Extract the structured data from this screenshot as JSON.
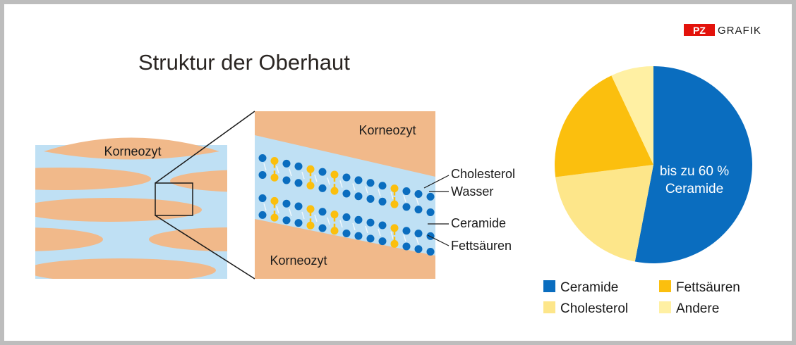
{
  "brand": {
    "badge": "PZ",
    "label": "GRAFIK",
    "badge_color": "#e3120b"
  },
  "title": "Struktur der Oberhaut",
  "left_label": "Korneozyt",
  "zoom": {
    "top_label": "Korneozyt",
    "bottom_label": "Korneozyt",
    "callouts": [
      "Cholesterol",
      "Wasser",
      "Ceramide",
      "Fettsäuren"
    ]
  },
  "pie": {
    "annotation_line1": "bis zu 60 %",
    "annotation_line2": "Ceramide",
    "legend": [
      "Ceramide",
      "Fettsäuren",
      "Cholesterol",
      "Andere"
    ]
  },
  "chart_data": {
    "type": "pie",
    "categories": [
      "Ceramide",
      "Cholesterol",
      "Fettsäuren",
      "Andere"
    ],
    "values": [
      53,
      20,
      20,
      7
    ],
    "colors": [
      "#0a6dbf",
      "#fde68a",
      "#fbbf0e",
      "#fff0a3"
    ]
  },
  "colors": {
    "corneocyte": "#f1b98a",
    "water": "#bfe0f4",
    "ceramide": "#0a6dbf",
    "fatty_acid": "#fbbf0e",
    "text": "#1a1a1a"
  }
}
